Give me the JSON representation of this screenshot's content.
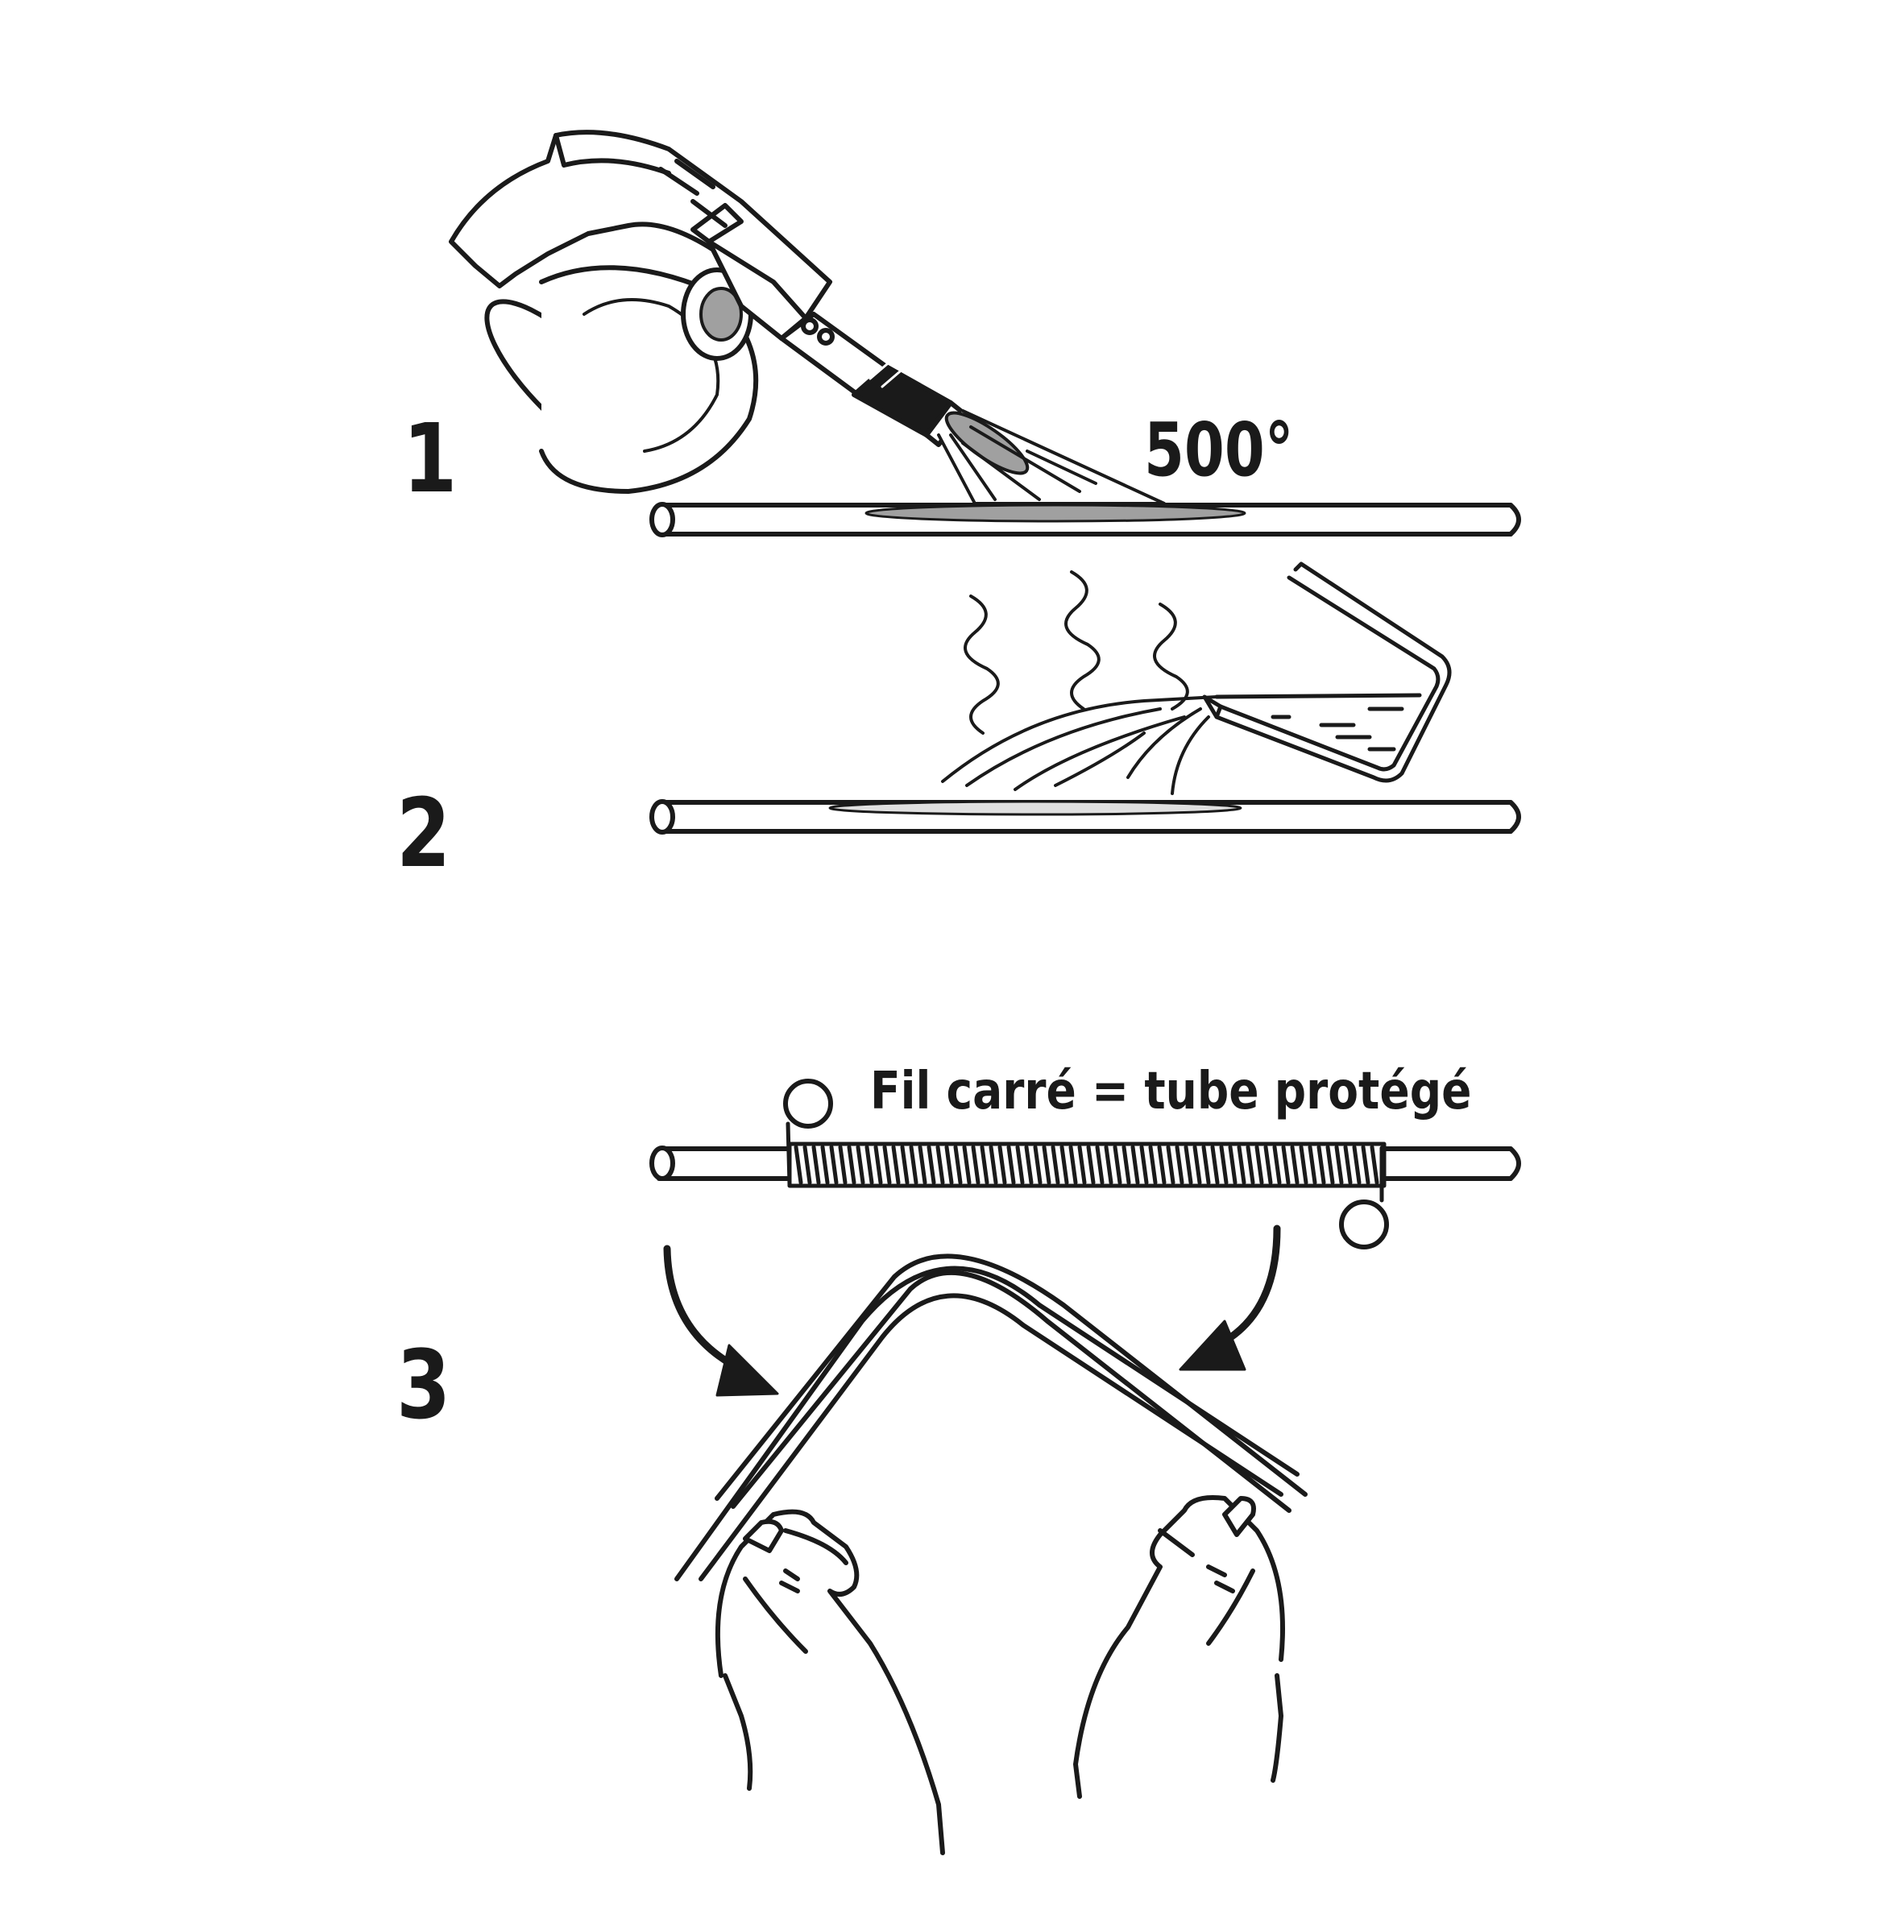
{
  "steps": [
    {
      "number": "1",
      "temperature_label": "500°"
    },
    {
      "number": "2"
    },
    {
      "number": "3",
      "caption": "Fil carré = tube protégé"
    }
  ],
  "colors": {
    "ink": "#1a1a1a",
    "fill_gray": "#a0a0a0",
    "paper": "#ffffff"
  }
}
